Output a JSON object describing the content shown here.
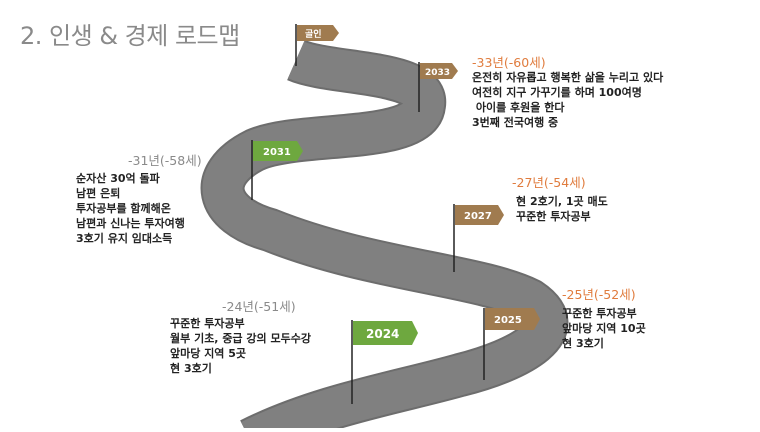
{
  "title": "2. 인생 & 경제 로드맵",
  "milestones": [
    {
      "year": "골인",
      "header": "",
      "lines": []
    },
    {
      "year": "2033",
      "header": "-33년(-60세)",
      "lines": [
        "온전히 자유롭고 행복한 삶을 누리고 있다",
        "여전히 지구 가꾸기를 하며 100여명",
        " 아이를 후원을 한다",
        "3번째 전국여행 중"
      ]
    },
    {
      "year": "2031",
      "header": "-31년(-58세)",
      "lines": [
        "순자산 30억 돌파",
        "남편 은퇴",
        "투자공부를 함께해온",
        "남편과 신나는 투자여행",
        "3호기 유지 임대소득"
      ]
    },
    {
      "year": "2027",
      "header": "-27년(-54세)",
      "lines": [
        "현 2호기, 1곳 매도",
        "꾸준한 투자공부"
      ]
    },
    {
      "year": "2025",
      "header": "-25년(-52세)",
      "lines": [
        "꾸준한 투자공부",
        "앞마당 지역 10곳",
        "현 3호기"
      ]
    },
    {
      "year": "2024",
      "header": "-24년(-51세)",
      "lines": [
        "꾸준한 투자공부",
        "월부 기초, 중급 강의 모두수강",
        "앞마당 지역 5곳",
        "현 3호기"
      ]
    }
  ],
  "colors": {
    "road": "#7f7f7f",
    "road_edge": "#6d6d6d",
    "brown": "#a07b4f",
    "green": "#6ea83f",
    "orange": "#e07c3e",
    "gray_text": "#8a8a8a"
  }
}
